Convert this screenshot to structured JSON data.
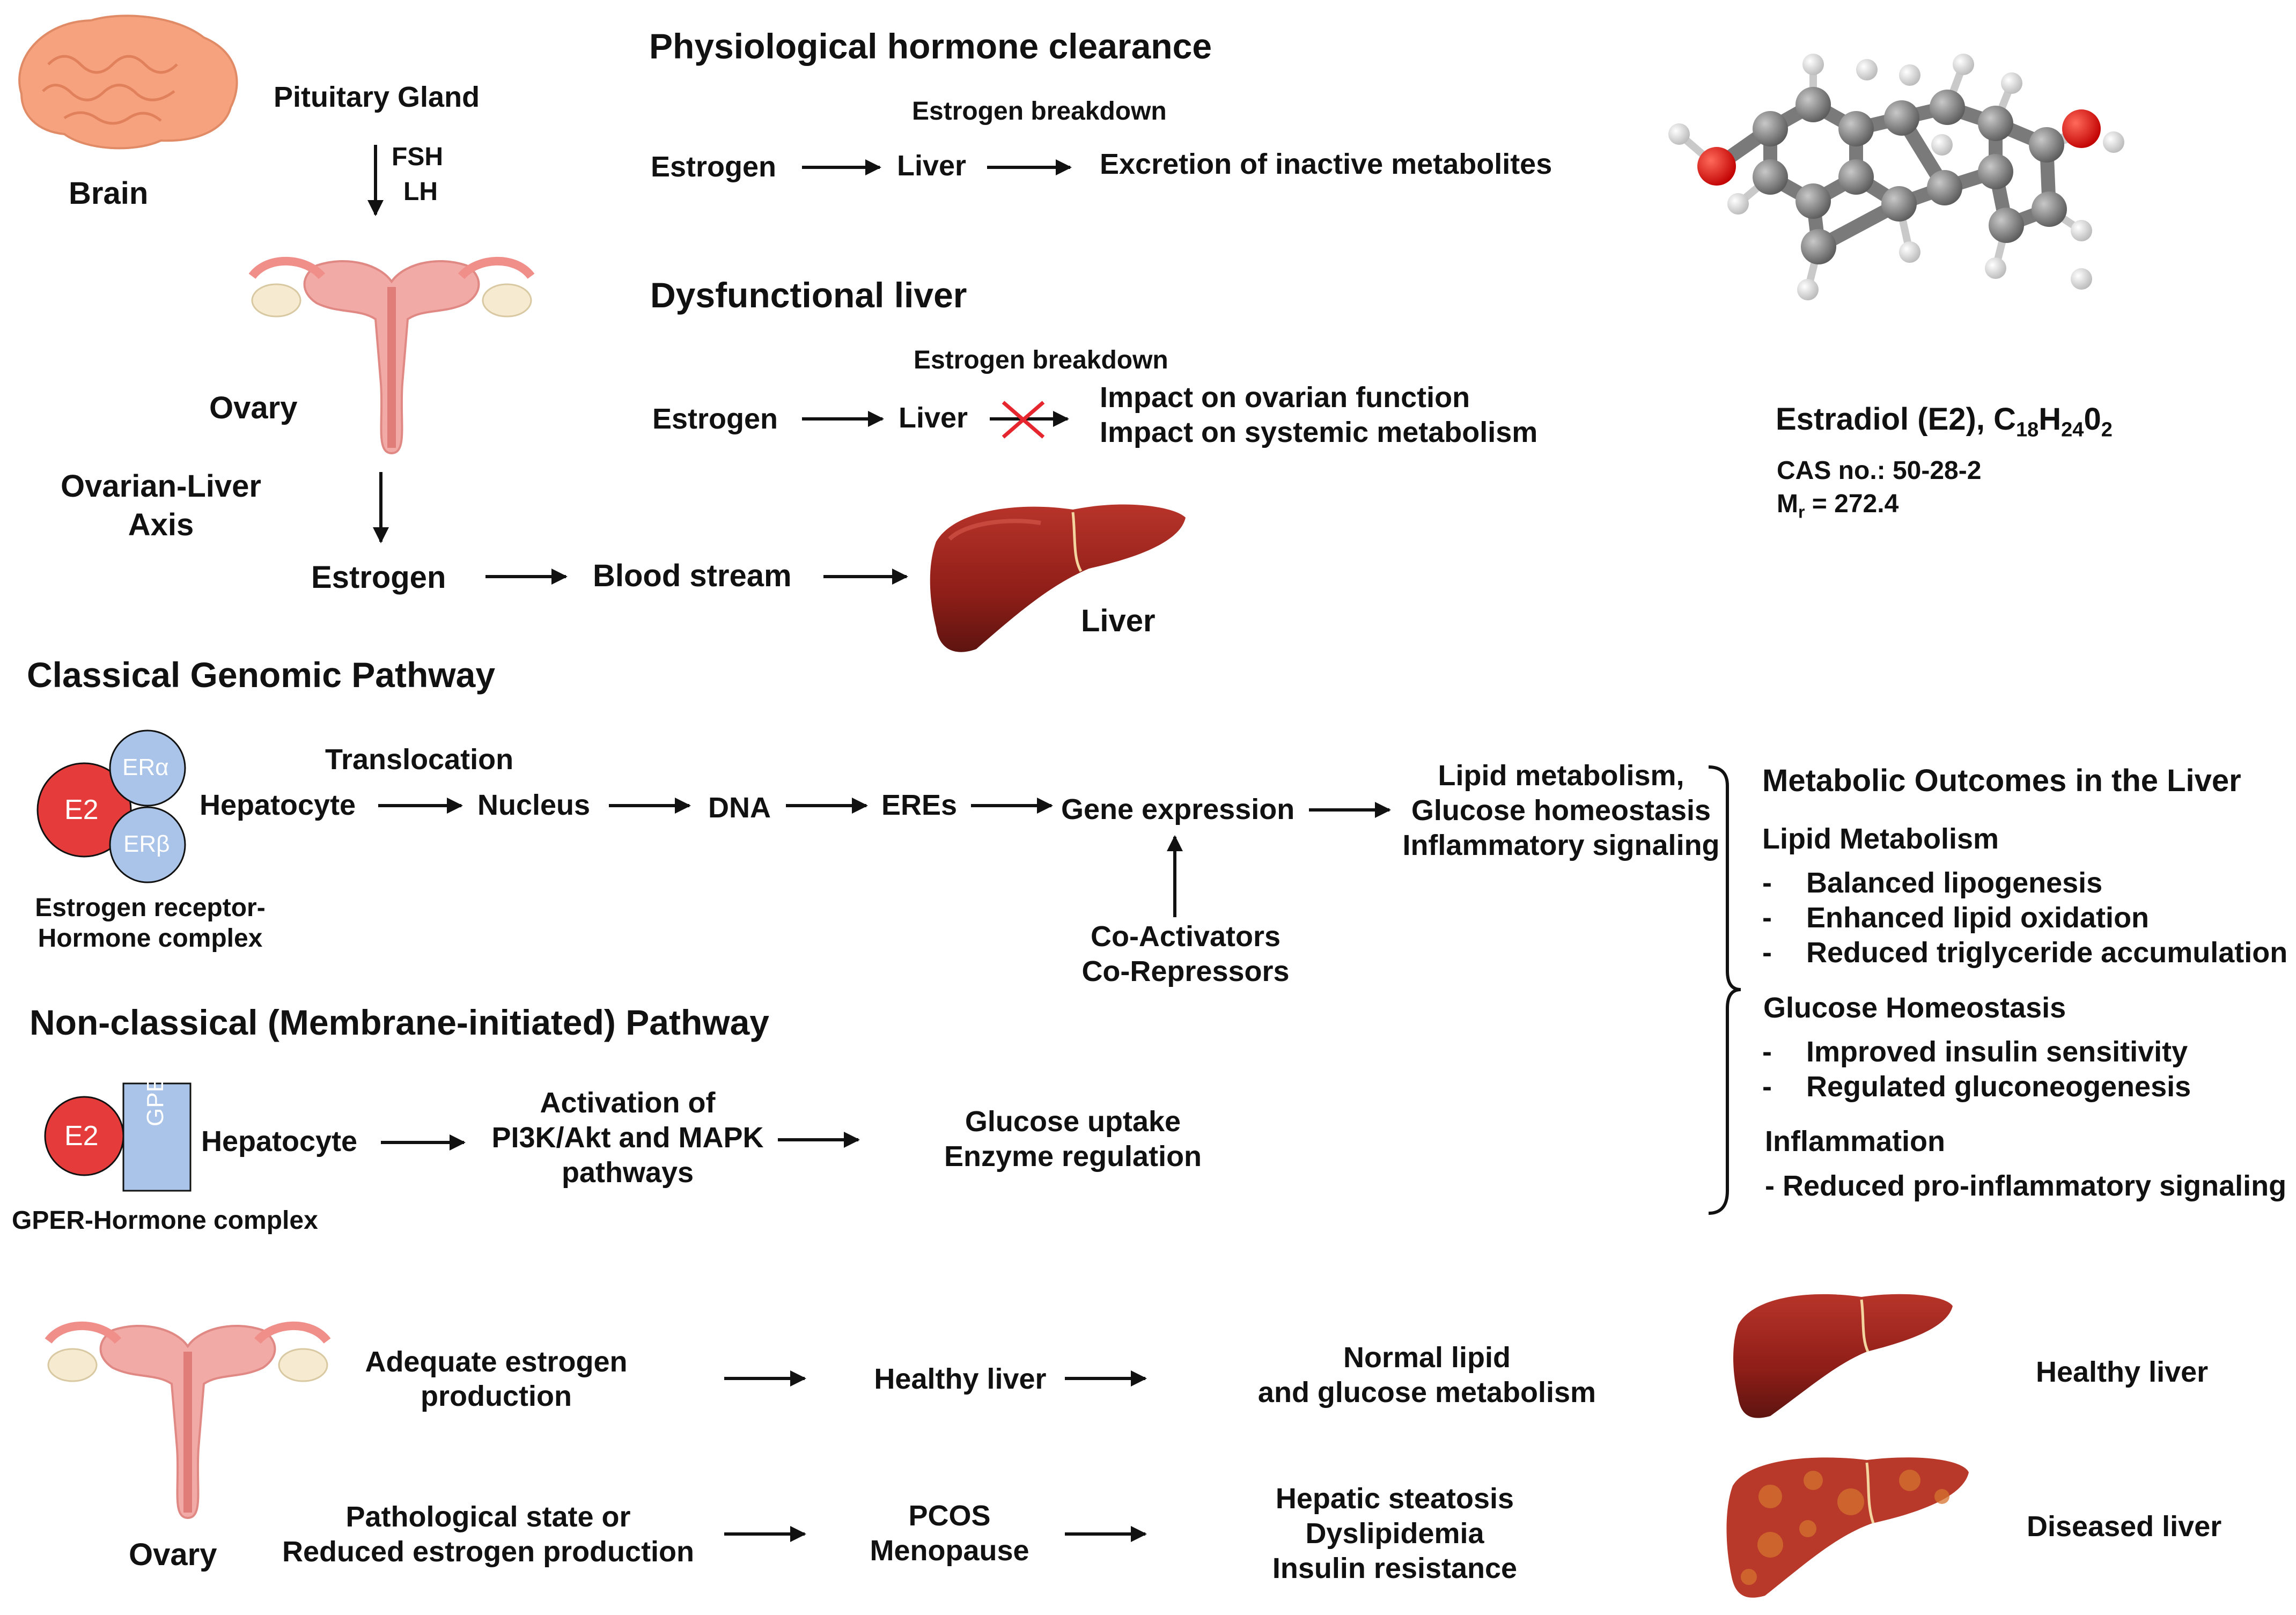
{
  "top_left": {
    "brain": "Brain",
    "pituitary": "Pituitary Gland",
    "fsh": "FSH",
    "lh": "LH",
    "ovary": "Ovary",
    "axis_line1": "Ovarian-Liver",
    "axis_line2": "Axis",
    "flow": [
      "Estrogen",
      "Blood stream"
    ],
    "liver": "Liver"
  },
  "clearance": {
    "title": "Physiological hormone clearance",
    "breakdown": "Estrogen breakdown",
    "estrogen": "Estrogen",
    "liver": "Liver",
    "result": "Excretion of inactive metabolites"
  },
  "dysfunction": {
    "title": "Dysfunctional liver",
    "breakdown": "Estrogen breakdown",
    "estrogen": "Estrogen",
    "liver": "Liver",
    "impact1": "Impact on ovarian function",
    "impact2": "Impact on systemic metabolism"
  },
  "molecule": {
    "name": "Estradiol (E2), C",
    "sub1": "18",
    "h": "H",
    "sub2": "24",
    "o": "0",
    "sub3": "2",
    "cas": "CAS no.: 50-28-2",
    "mr_m": "M",
    "mr_sub": "r",
    "mr_val": " = 272.4"
  },
  "genomic": {
    "title": "Classical Genomic Pathway",
    "e2": "E2",
    "er_alpha": "ERα",
    "er_beta": "ERβ",
    "complex_line1": "Estrogen receptor-",
    "complex_line2": "Hormone complex",
    "translocation": "Translocation",
    "steps": [
      "Hepatocyte",
      "Nucleus",
      "DNA",
      "EREs",
      "Gene expression"
    ],
    "cofactors": [
      "Co-Activators",
      "Co-Repressors"
    ],
    "outputs": [
      "Lipid metabolism,",
      "Glucose homeostasis",
      "Inflammatory signaling"
    ]
  },
  "nonclassical": {
    "title": "Non-classical (Membrane-initiated) Pathway",
    "e2": "E2",
    "gper": "GPER",
    "complex": "GPER-Hormone complex",
    "hepatocyte": "Hepatocyte",
    "activation": [
      "Activation of",
      "PI3K/Akt and MAPK",
      "pathways"
    ],
    "result": [
      "Glucose uptake",
      "Enzyme regulation"
    ]
  },
  "outcomes": {
    "title": "Metabolic Outcomes in the Liver",
    "lipid_title": "Lipid Metabolism",
    "lipid_items": [
      "Balanced lipogenesis",
      "Enhanced lipid oxidation",
      "Reduced triglyceride accumulation"
    ],
    "glucose_title": "Glucose Homeostasis",
    "glucose_items": [
      "Improved insulin sensitivity",
      "Regulated gluconeogenesis"
    ],
    "inflam_title": "Inflammation",
    "inflam_item": "- Reduced pro-inflammatory signaling",
    "dash": "-"
  },
  "bottom": {
    "ovary": "Ovary",
    "row1": {
      "cause": [
        "Adequate estrogen",
        "production"
      ],
      "state": "Healthy liver",
      "effect": [
        "Normal lipid",
        "and glucose metabolism"
      ],
      "label": "Healthy liver"
    },
    "row2": {
      "cause": [
        "Pathological state or",
        "Reduced estrogen production"
      ],
      "state": [
        "PCOS",
        "Menopause"
      ],
      "effect": [
        "Hepatic steatosis",
        "Dyslipidemia",
        "Insulin resistance"
      ],
      "label": "Diseased liver"
    }
  },
  "colors": {
    "e2_red": "#e63b3b",
    "receptor_blue": "#a9c4e8",
    "liver": "#a5251f",
    "uterus": "#f2aaa6",
    "brain": "#f6a27e",
    "cross_red": "#e6262e"
  }
}
